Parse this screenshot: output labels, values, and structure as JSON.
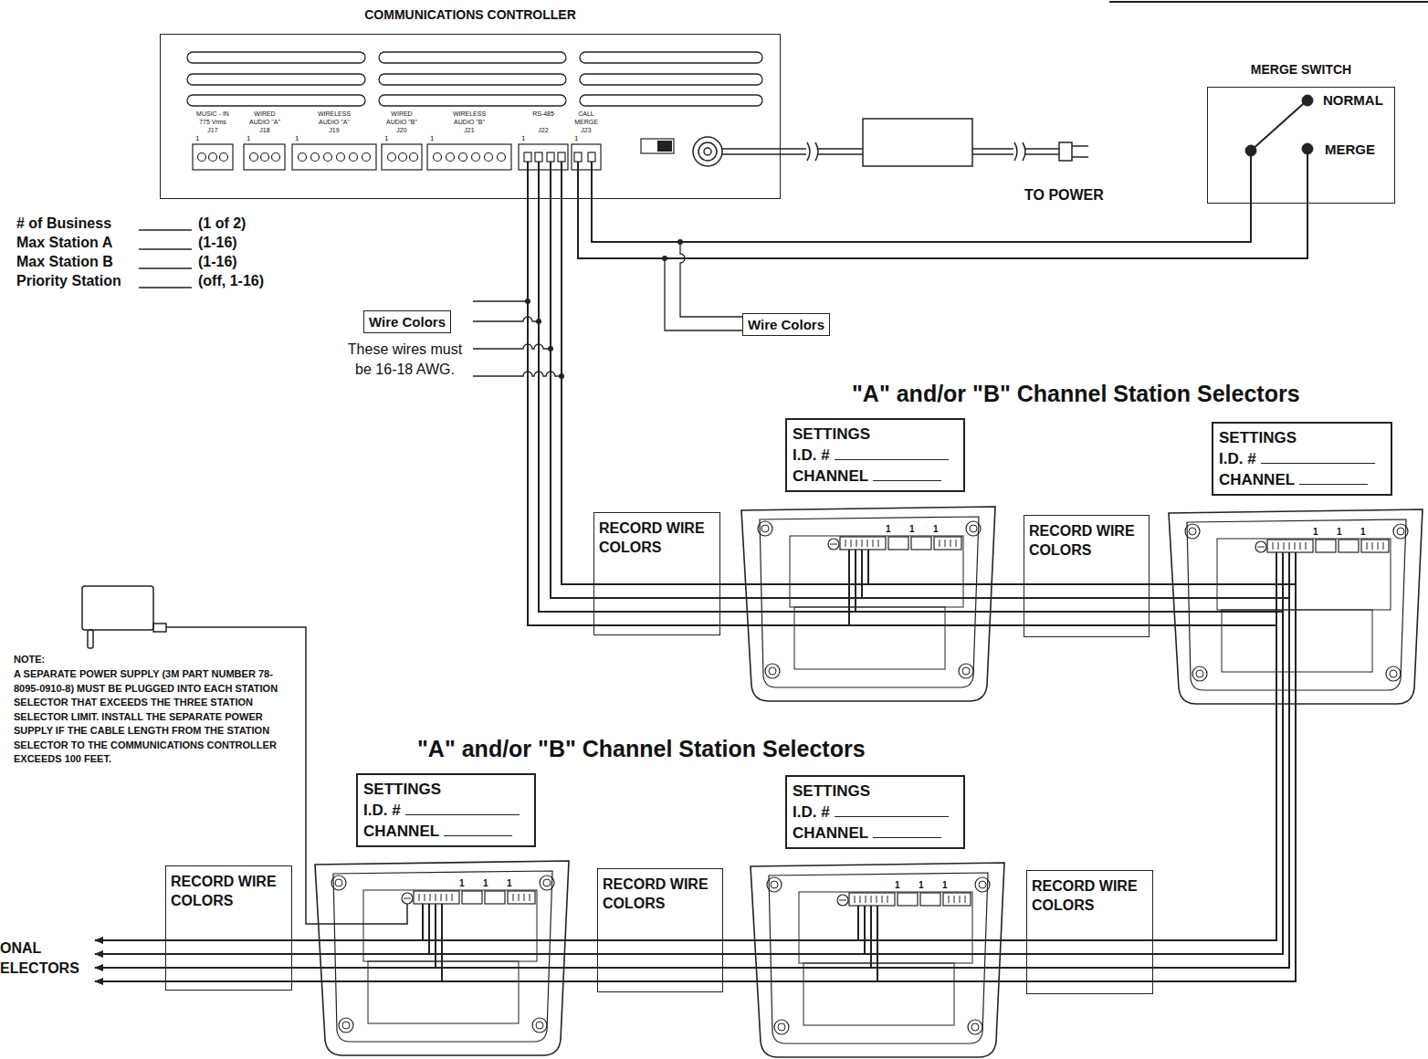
{
  "diagram": {
    "nodes": [
      {
        "text": [
          "COMMUNICATIONS CONTROLLER"
        ]
      },
      {
        "text": [
          "MERGE SWITCH",
          "NORMAL",
          "MERGE"
        ]
      },
      {
        "text": [
          "Wire Colors"
        ]
      },
      {
        "text": [
          "Wire Colors"
        ]
      },
      {
        "text": [
          "SETTINGS",
          "I.D. #",
          "CHANNEL"
        ]
      },
      {
        "text": [
          "SETTINGS",
          "I.D. #",
          "CHANNEL"
        ]
      },
      {
        "text": [
          "RECORD WIRE COLORS"
        ]
      },
      {
        "text": [
          "RECORD WIRE COLORS"
        ]
      },
      {
        "text": [
          "SETTINGS",
          "I.D. #",
          "CHANNEL"
        ]
      },
      {
        "text": [
          "SETTINGS",
          "I.D. #",
          "CHANNEL"
        ]
      },
      {
        "text": [
          "RECORD WIRE COLORS"
        ]
      },
      {
        "text": [
          "RECORD WIRE COLORS"
        ]
      },
      {
        "text": [
          "RECORD WIRE COLORS"
        ]
      }
    ],
    "edges": [
      {
        "from": 0,
        "to": 1,
        "arrow": "none"
      },
      {
        "from": 0,
        "to": 1,
        "arrow": "none"
      }
    ],
    "labels": [
      "# of Business",
      "(1 of 2)",
      "Max Station A",
      "(1-16)",
      "Max Station B",
      "(1-16)",
      "Priority Station",
      "(off, 1-16)",
      "These wires must be 16-18 AWG.",
      "TO POWER",
      "NOTE:",
      "A SEPARATE POWER SUPPLY (3M PART NUMBER 78-8095-0910-8) MUST BE PLUGGED INTO EACH STATION SELECTOR THAT EXCEEDS THE THREE STATION SELECTOR LIMIT. INSTALL THE SEPARATE POWER SUPPLY IF THE CABLE LENGTH FROM THE STATION SELECTOR TO THE COMMUNICATIONS CONTROLLER EXCEEDS 100 FEET.",
      "\"A\" and/or \"B\" Channel Station Selectors",
      "\"A\" and/or \"B\" Channel Station Selectors",
      "ONAL",
      "ELECTORS",
      "MUSIC - IN",
      "775 Vrms",
      "J17",
      "WIRED",
      "AUDIO \"A\"",
      "J18",
      "WIRELESS",
      "AUDIO \"A\"",
      "J19",
      "WIRED",
      "AUDIO \"B\"",
      "J20",
      "WIRELESS",
      "AUDIO \"B\"",
      "J21",
      "RS-485",
      "J22",
      "CALL",
      "MERGE",
      "J23",
      "1",
      "1",
      "1",
      "1",
      "1",
      "1",
      "1",
      "1",
      "1",
      "1",
      "1",
      "1",
      "1",
      "1",
      "1",
      "1",
      "1",
      "1",
      "1"
    ]
  }
}
